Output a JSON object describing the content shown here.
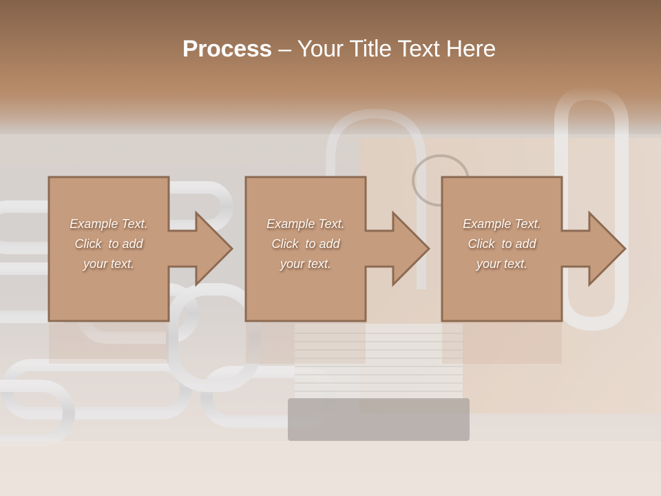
{
  "slide": {
    "title_bold": "Process",
    "title_rest": " – Your Title Text Here",
    "colors": {
      "header_top": "#84624a",
      "header_bottom": "#b58a68",
      "shape_fill": "#c69c7e",
      "shape_border": "#8c6a52",
      "text": "#fdf8f2"
    },
    "background_image": "padlock-and-chains-photo"
  },
  "steps": [
    {
      "line1": "Example Text.",
      "line2": "Click  to add",
      "line3": "your text.",
      "icon": "right-arrow"
    },
    {
      "line1": "Example Text.",
      "line2": "Click  to add",
      "line3": "your text.",
      "icon": "right-arrow"
    },
    {
      "line1": "Example Text.",
      "line2": "Click  to add",
      "line3": "your text.",
      "icon": "right-arrow"
    }
  ]
}
